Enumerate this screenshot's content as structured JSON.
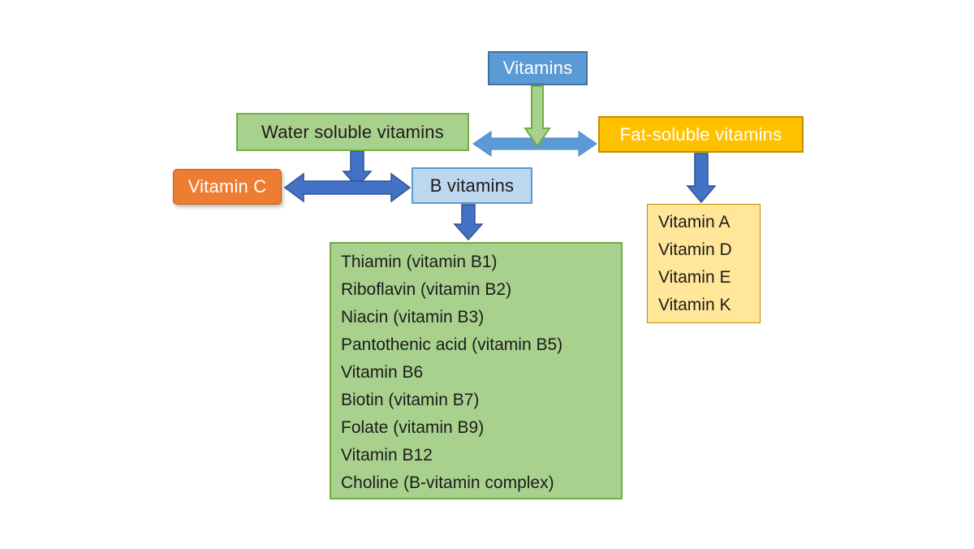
{
  "title": "Vitamins classification diagram",
  "colors": {
    "blue-fill": "#5B9BD5",
    "blue-border": "#41719C",
    "green-fill": "#A9D18E",
    "green-border": "#70AD47",
    "gold-fill": "#FFC000",
    "gold-border": "#BF9000",
    "orange-fill": "#ED7D31",
    "orange-border": "#C55A11",
    "lightblue-fill": "#BDD7EE",
    "lightblue-border": "#5B9BD5",
    "peach-fill": "#FFE699",
    "peach-border": "#BF8F00",
    "arrow-dark": "#4472C4",
    "arrow-dark-border": "#2E5395",
    "arrow-light": "#5B9BD5",
    "arrow-light-border": "#4A87C7",
    "arrow-green": "#A9D18E",
    "arrow-green-border": "#70AD47",
    "text-dark": "#1B1B1B",
    "text-light": "#FFFFFF"
  },
  "nodes": {
    "vitamins": "Vitamins",
    "water_soluble": "Water soluble vitamins",
    "fat_soluble": "Fat-soluble vitamins",
    "vitamin_c": "Vitamin C",
    "b_vitamins": "B vitamins"
  },
  "b_vitamin_list": [
    "Thiamin (vitamin B1)",
    "Riboflavin (vitamin B2)",
    "Niacin (vitamin B3)",
    "Pantothenic acid (vitamin B5)",
    "Vitamin B6",
    "Biotin (vitamin B7)",
    "Folate (vitamin B9)",
    "Vitamin B12",
    "Choline (B-vitamin complex)"
  ],
  "fat_soluble_list": [
    "Vitamin A",
    "Vitamin D",
    "Vitamin E",
    "Vitamin K"
  ]
}
